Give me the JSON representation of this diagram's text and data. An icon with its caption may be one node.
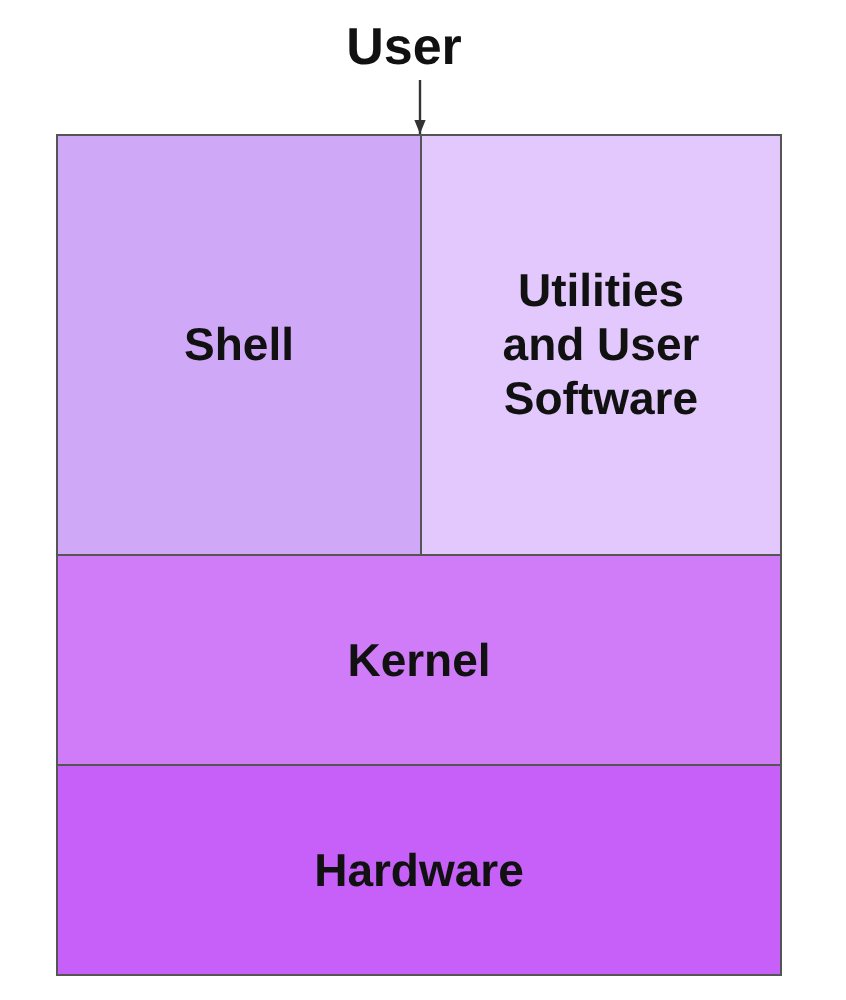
{
  "diagram": {
    "nodes": [
      {
        "text": [
          "User"
        ]
      },
      {
        "text": [
          "Shell"
        ]
      },
      {
        "text": [
          "Utilities and User Software"
        ]
      },
      {
        "text": [
          "Kernel"
        ]
      },
      {
        "text": [
          "Hardware"
        ]
      }
    ],
    "edges": [
      {
        "from": 0,
        "to": 2,
        "arrow": "to"
      }
    ]
  }
}
